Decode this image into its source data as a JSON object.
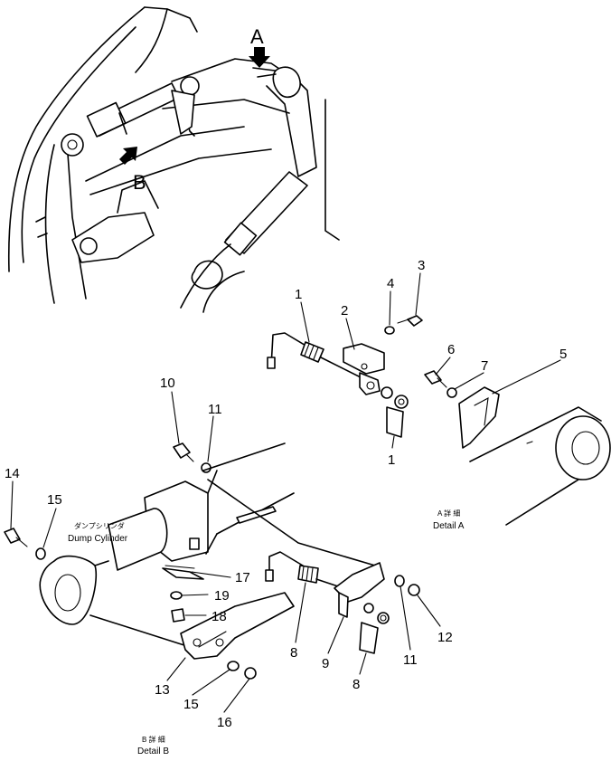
{
  "view_labels": {
    "a": "A",
    "b": "B"
  },
  "detail_a": {
    "jp": "A 詳 細",
    "en": "Detail A"
  },
  "detail_b": {
    "jp": "B 詳 細",
    "en": "Detail B"
  },
  "dump_cylinder": {
    "jp": "ダンプシリンダ",
    "en": "Dump Cylinder"
  },
  "callouts": {
    "c1a": "1",
    "c1b": "1",
    "c2": "2",
    "c3": "3",
    "c4": "4",
    "c5": "5",
    "c6": "6",
    "c7": "7",
    "c8a": "8",
    "c8b": "8",
    "c9": "9",
    "c10": "10",
    "c11a": "11",
    "c11b": "11",
    "c12": "12",
    "c13": "13",
    "c14": "14",
    "c15a": "15",
    "c15b": "15",
    "c16": "16",
    "c17": "17",
    "c18": "18",
    "c19": "19"
  }
}
